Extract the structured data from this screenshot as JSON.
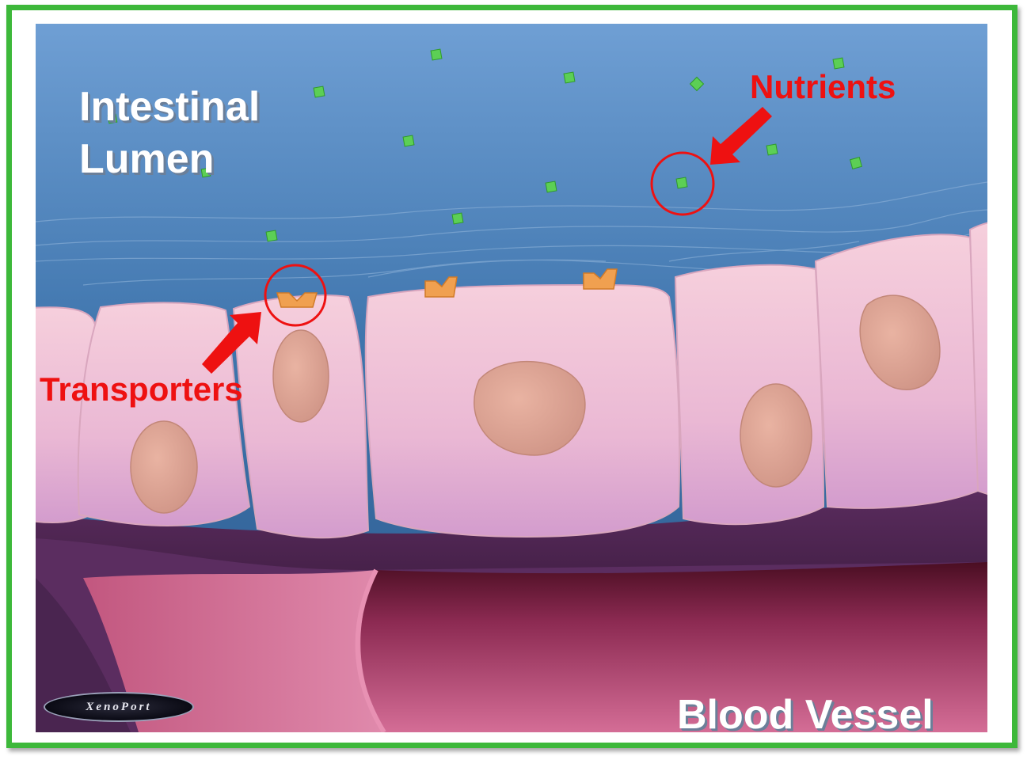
{
  "labels": {
    "lumen": "Intestinal\nLumen",
    "nutrients": "Nutrients",
    "transporters": "Transporters",
    "blood_vessel": "Blood Vessel"
  },
  "logo": {
    "text": "XenoPort"
  },
  "colors": {
    "frame_border": "#3db83a",
    "lumen_top": "#6f9fd4",
    "lumen_bottom": "#2d5f95",
    "cell_fill": "#f3c6d6",
    "nucleus_fill": "#e0a89a",
    "nutrient": "#5ccf55",
    "transporter": "#f0a050",
    "annotation": "#ee1111",
    "vessel": "#c2577f"
  }
}
